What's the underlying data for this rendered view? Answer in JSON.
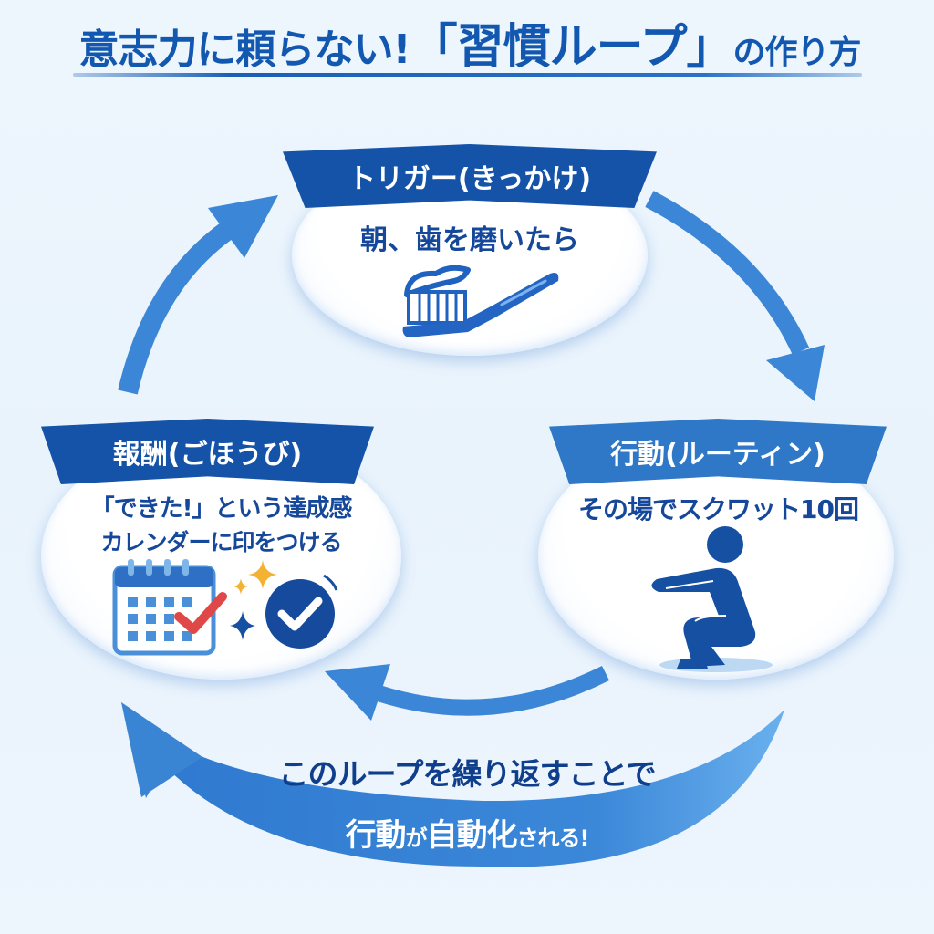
{
  "title": {
    "part1": "意志力に頼らない!",
    "part2": "「習慣ループ」",
    "part3": "の作り方"
  },
  "colors": {
    "title": "#1257b0",
    "banner_dark": "#1553a8",
    "banner_mid": "#2f78c8",
    "arrow": "#3a86d6",
    "text_dark": "#15489a",
    "background": "#edf5fd"
  },
  "nodes": {
    "trigger": {
      "heading": "トリガー(きっかけ)",
      "description": "朝、歯を磨いたら",
      "icon": "toothbrush-icon"
    },
    "action": {
      "heading": "行動(ルーティン)",
      "description": "その場でスクワット10回",
      "icon": "squat-person-icon"
    },
    "reward": {
      "heading": "報酬(ごほうび)",
      "description_line1": "「できた!」という達成感",
      "description_line2": "カレンダーに印をつける",
      "icons": [
        "calendar-check-icon",
        "sparkle-icon",
        "checkmark-circle-icon"
      ]
    }
  },
  "footer": {
    "line1": "このループを繰り返すことで",
    "line2_a": "行動",
    "line2_b": "が",
    "line2_c": "自動化",
    "line2_d": "される!"
  }
}
